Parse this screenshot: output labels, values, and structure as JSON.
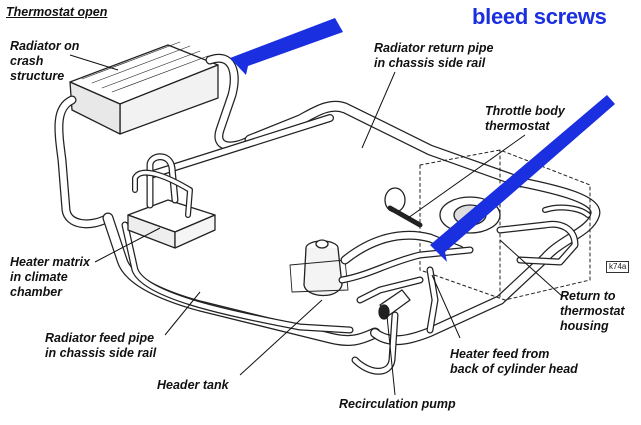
{
  "title": "Thermostat open",
  "callout": "bleed screws",
  "ref_tag": "k74a",
  "labels": {
    "radiator": "Radiator on\ncrash\nstructure",
    "return_pipe": "Radiator return pipe\nin chassis side rail",
    "throttle_thermostat": "Throttle body\nthermostat",
    "heater_matrix": "Heater matrix\nin climate\nchamber",
    "return_housing": "Return to\nthermostat\nhousing",
    "feed_pipe": "Radiator feed pipe\nin chassis side rail",
    "heater_feed": "Heater feed from\nback of cylinder head",
    "header_tank": "Header tank",
    "recirc_pump": "Recirculation pump"
  },
  "colors": {
    "callout": "#1a2fe0",
    "line": "#222222"
  }
}
